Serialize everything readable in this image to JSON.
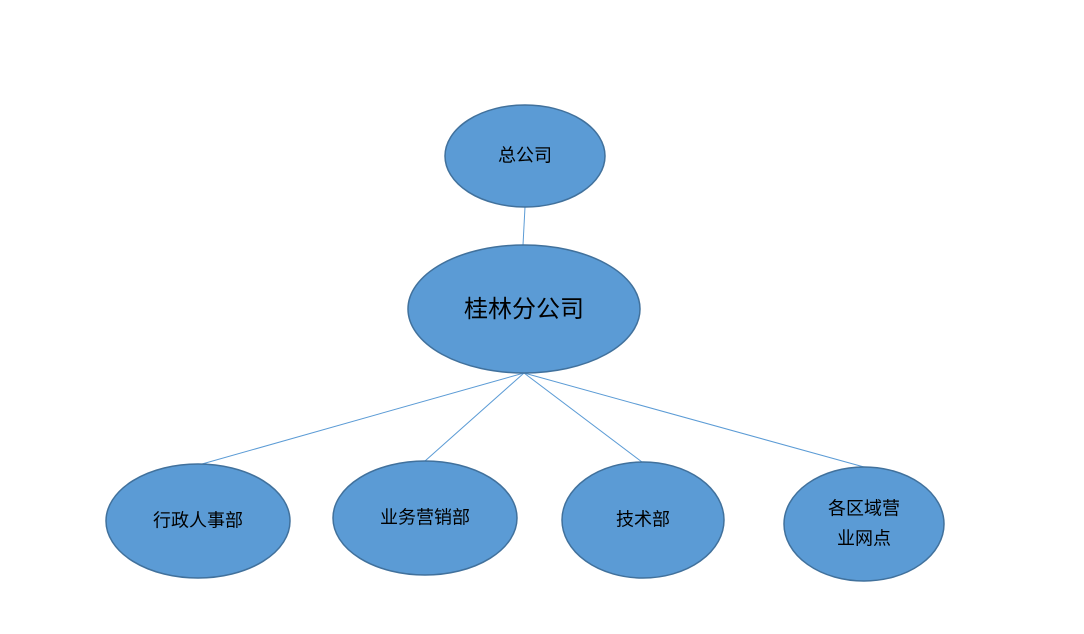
{
  "diagram": {
    "nodes": {
      "head_office": {
        "label": "总公司"
      },
      "guilin_branch": {
        "label": "桂林分公司"
      },
      "admin_hr": {
        "label": "行政人事部"
      },
      "sales_marketing": {
        "label": "业务营销部"
      },
      "technology": {
        "label": "技术部"
      },
      "regional_outlets": {
        "label_lines": [
          "各区域营",
          "业网点"
        ]
      }
    },
    "edges": [
      {
        "from": "head_office",
        "to": "guilin_branch"
      },
      {
        "from": "guilin_branch",
        "to": "admin_hr"
      },
      {
        "from": "guilin_branch",
        "to": "sales_marketing"
      },
      {
        "from": "guilin_branch",
        "to": "technology"
      },
      {
        "from": "guilin_branch",
        "to": "regional_outlets"
      }
    ],
    "colors": {
      "node_fill": "#5b9bd5",
      "node_border": "#41719c",
      "connector": "#5b9bd5",
      "text": "#000000"
    }
  }
}
